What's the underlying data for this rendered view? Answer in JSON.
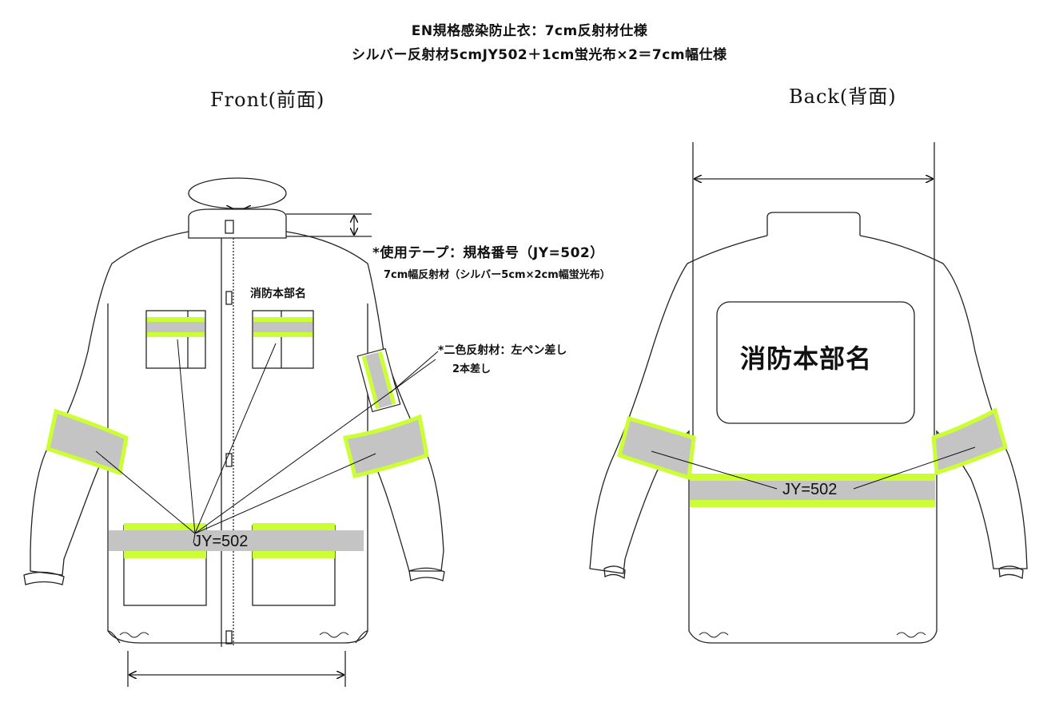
{
  "header": {
    "title_line1": "EN規格感染防止衣：7cm反射材仕様",
    "title_line2": "シルバー反射材5cmJY502＋1cm蛍光布×2＝7cm幅仕様"
  },
  "front": {
    "label": "Front(前面)",
    "chest_name": "消防本部名",
    "tape_code": "JY=502"
  },
  "back": {
    "label": "Back(背面)",
    "panel_name": "消防本部名",
    "tape_code": "JY=502"
  },
  "notes": {
    "tape_spec_title": "*使用テープ：規格番号（JY=502）",
    "tape_spec_detail": "7cm幅反射材（シルバー5cm×2cm幅蛍光布）",
    "pen_note_line1": "*二色反射材：左ペン差し",
    "pen_note_line2": "2本差し"
  },
  "colors": {
    "silver": "#c4c4c4",
    "fluorescent": "#ccff33",
    "outline": "#222222"
  }
}
